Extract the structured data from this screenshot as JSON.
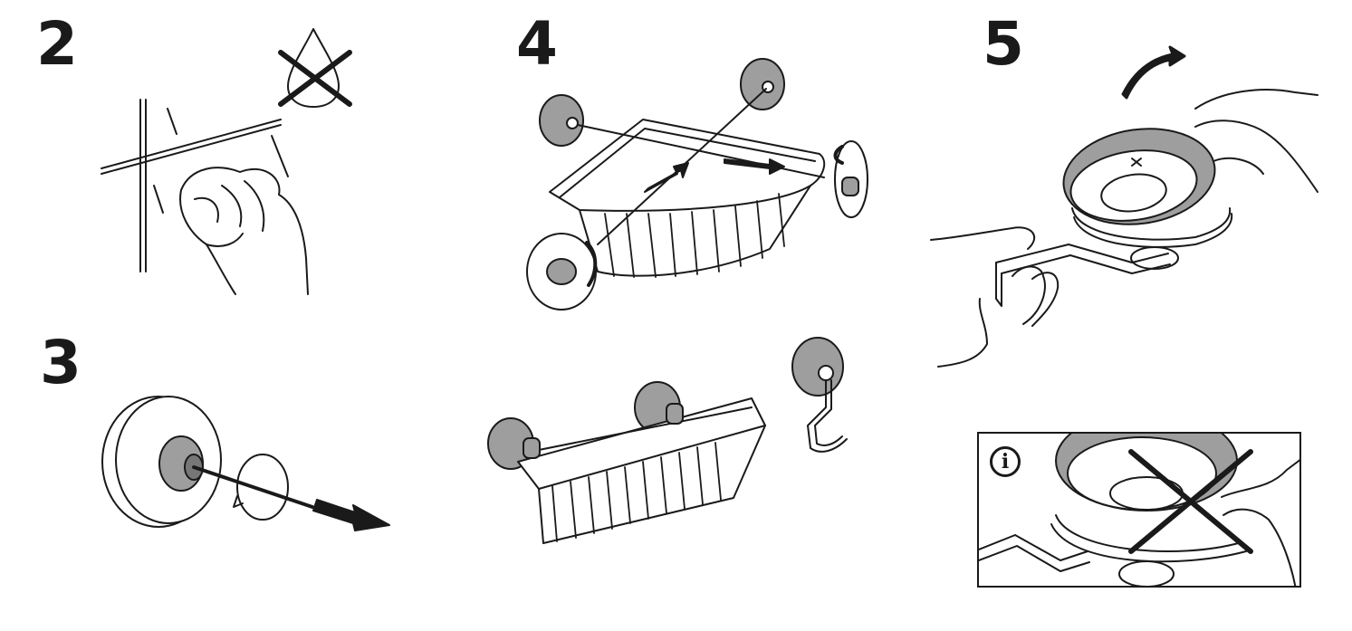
{
  "steps": [
    {
      "number": "2"
    },
    {
      "number": "3"
    },
    {
      "number": "4"
    },
    {
      "number": "5"
    }
  ],
  "info": {
    "symbol": "i"
  },
  "colors": {
    "ink": "#1a1a1a",
    "fill": "#9e9e9e",
    "paper": "#ffffff"
  }
}
